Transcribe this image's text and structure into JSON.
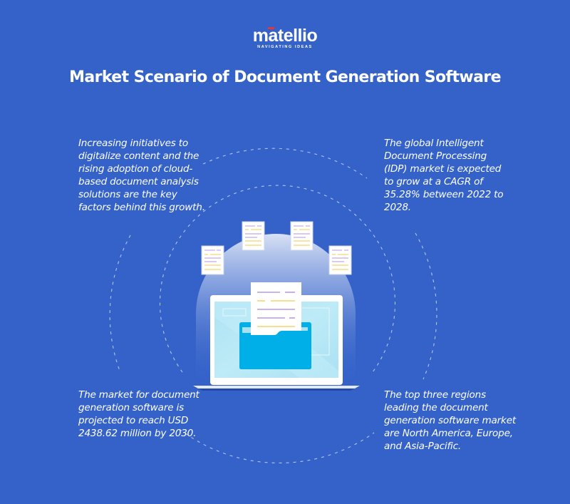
{
  "logo": {
    "wordmark": "matellio",
    "tagline": "NAVIGATING IDEAS",
    "accent_color": "#e8343a"
  },
  "title": "Market Scenario of Document Generation Software",
  "facts": {
    "top_left": "Increasing initiatives to digitalize content and the rising adoption of cloud-based document analysis solutions are the key factors behind this growth.",
    "top_right": "The global Intelligent Document Processing (IDP) market is expected to grow at a CAGR of 35.28% between 2022 to 2028.",
    "bottom_left": "The market for document generation software is projected to reach USD 2438.62 million by 2030.",
    "bottom_right": "The top three regions leading the document generation software market are North America, Europe, and Asia-Pacific."
  },
  "illustration": {
    "icons": [
      "document-icon",
      "document-icon",
      "document-icon",
      "document-icon",
      "laptop-icon",
      "folder-icon",
      "document-icon"
    ]
  },
  "colors": {
    "background": "#3462c9",
    "folder": "#00aee8",
    "screen": "#b3e7f5",
    "doc_line_purple": "#b99be8",
    "doc_line_yellow": "#f7d36b"
  }
}
